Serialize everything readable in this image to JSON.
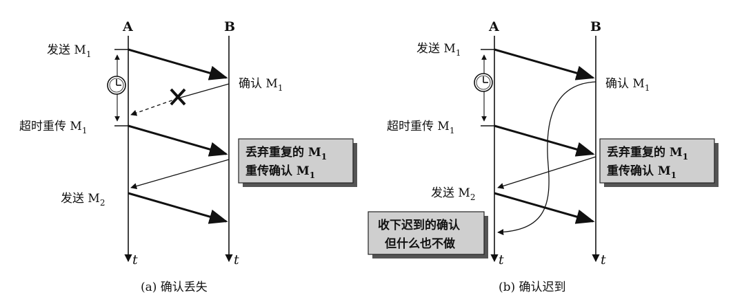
{
  "panel_a": {
    "col_a": "A",
    "col_b": "B",
    "send_m1": "发送 M",
    "send_m1_sub": "1",
    "ack_m1": "确认 M",
    "ack_m1_sub": "1",
    "retransmit_m1": "超时重传 M",
    "retransmit_m1_sub": "1",
    "send_m2": "发送 M",
    "send_m2_sub": "2",
    "box_line1": "丢弃重复的 M",
    "box_line1_sub": "1",
    "box_line2": "重传确认 M",
    "box_line2_sub": "1",
    "t_label": "t",
    "caption": "(a) 确认丢失"
  },
  "panel_b": {
    "col_a": "A",
    "col_b": "B",
    "send_m1": "发送 M",
    "send_m1_sub": "1",
    "ack_m1": "确认 M",
    "ack_m1_sub": "1",
    "retransmit_m1": "超时重传 M",
    "retransmit_m1_sub": "1",
    "send_m2": "发送 M",
    "send_m2_sub": "2",
    "box_line1": "丢弃重复的 M",
    "box_line1_sub": "1",
    "box_line2": "重传确认 M",
    "box_line2_sub": "1",
    "late_line1": "收下迟到的确认",
    "late_line2": "但什么也不做",
    "t_label": "t",
    "caption": "(b) 确认迟到"
  }
}
